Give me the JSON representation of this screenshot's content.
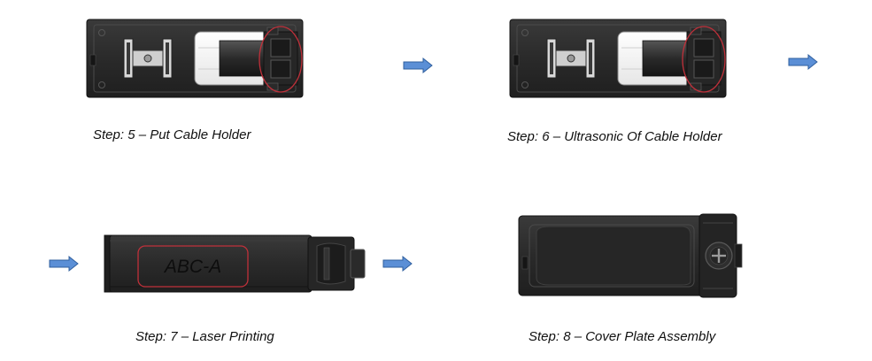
{
  "steps": [
    {
      "caption": "Step: 5 – Put Cable Holder"
    },
    {
      "caption": "Step: 6 – Ultrasonic Of Cable Holder"
    },
    {
      "caption": "Step: 7 – Laser Printing"
    },
    {
      "caption": "Step: 8 – Cover Plate Assembly"
    }
  ],
  "engraving": "ABC-A",
  "colors": {
    "arrow_fill": "#5b8fd6",
    "arrow_stroke": "#2f5f9e",
    "housing": "#2b2b2b",
    "housing_dark": "#1c1c1c",
    "highlight_circle": "#c0303a"
  },
  "icons": [
    "arrow-right-icon",
    "screw-cross-icon"
  ]
}
